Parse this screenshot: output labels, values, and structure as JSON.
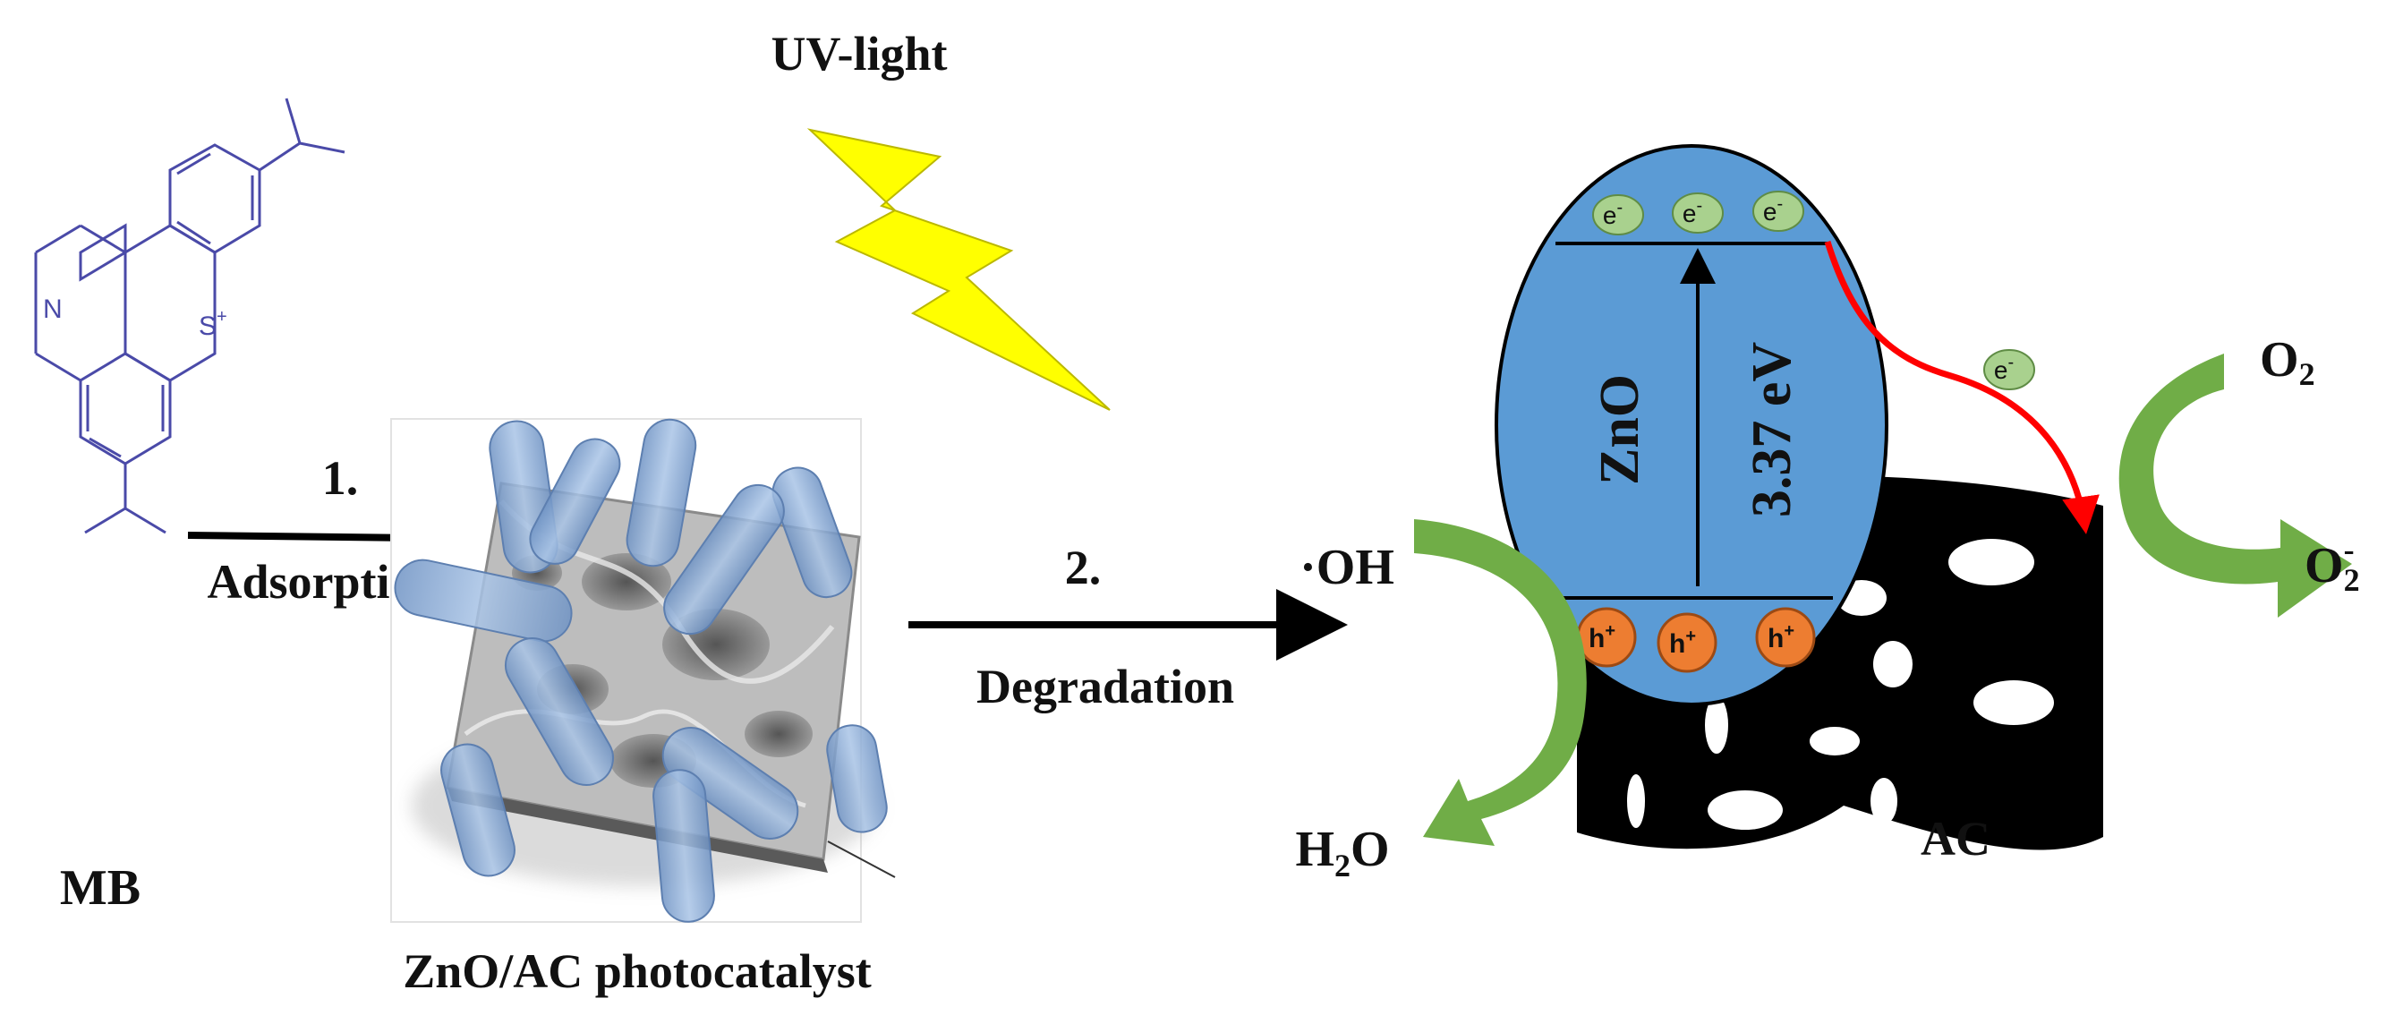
{
  "labels": {
    "uv_light": "UV-light",
    "mb": "MB",
    "step1_number": "1.",
    "step1_text": "Adsorption",
    "step2_number": "2.",
    "step2_text": "Degradation",
    "catalyst": "ZnO/AC photocatalyst",
    "zno": "ZnO",
    "band_gap": "3.37 eV",
    "hydroxyl": "·OH",
    "water_h": "H",
    "water_sub": "2",
    "water_o": "O",
    "oxygen_o": "O",
    "oxygen_sub": "2",
    "superoxide_o": "O",
    "superoxide_sub": "2",
    "superoxide_sup": "-",
    "ac": "AC",
    "electron": "e",
    "electron_sup": "-",
    "hole": "h",
    "hole_sup": "+",
    "molecule_n": "N",
    "molecule_s": "S",
    "molecule_s_sup": "+"
  },
  "colors": {
    "lightning": "#ffff00",
    "zno_fill": "#5b9bd5",
    "electron_fill": "#a9d18e",
    "hole_fill": "#ed7d31",
    "arrow_green": "#70ad47",
    "transfer_red": "#ff0000",
    "carbon": "#000000",
    "molecule": "#4a4aa8",
    "rod_blue": "#8fb2dc"
  }
}
